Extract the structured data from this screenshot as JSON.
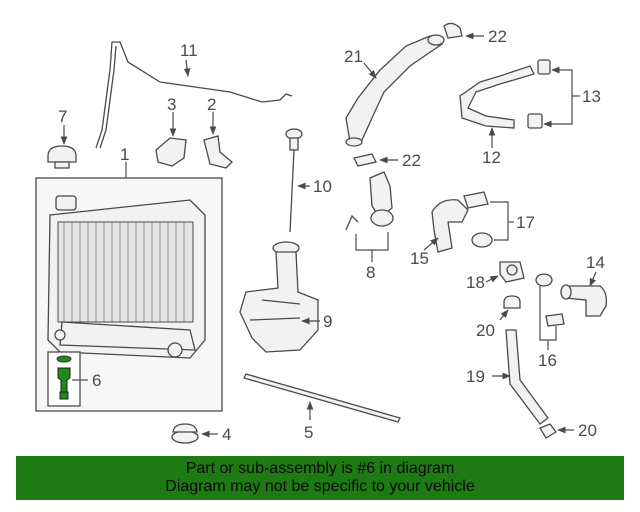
{
  "callouts": {
    "c1": "1",
    "c2": "2",
    "c3": "3",
    "c4": "4",
    "c5": "5",
    "c6": "6",
    "c7": "7",
    "c8": "8",
    "c9": "9",
    "c10": "10",
    "c11": "11",
    "c12": "12",
    "c13": "13",
    "c14": "14",
    "c15": "15",
    "c16": "16",
    "c17": "17",
    "c18": "18",
    "c19": "19",
    "c20a": "20",
    "c20b": "20",
    "c21": "21",
    "c22a": "22",
    "c22b": "22"
  },
  "banner": {
    "line1": "Part or sub-assembly is #6 in diagram",
    "line2": "Diagram may not be specific to your vehicle"
  },
  "colors": {
    "banner_bg": "#1e7a12",
    "highlight_part": "#1e8a1a",
    "line_art": "#4a4a4a"
  }
}
